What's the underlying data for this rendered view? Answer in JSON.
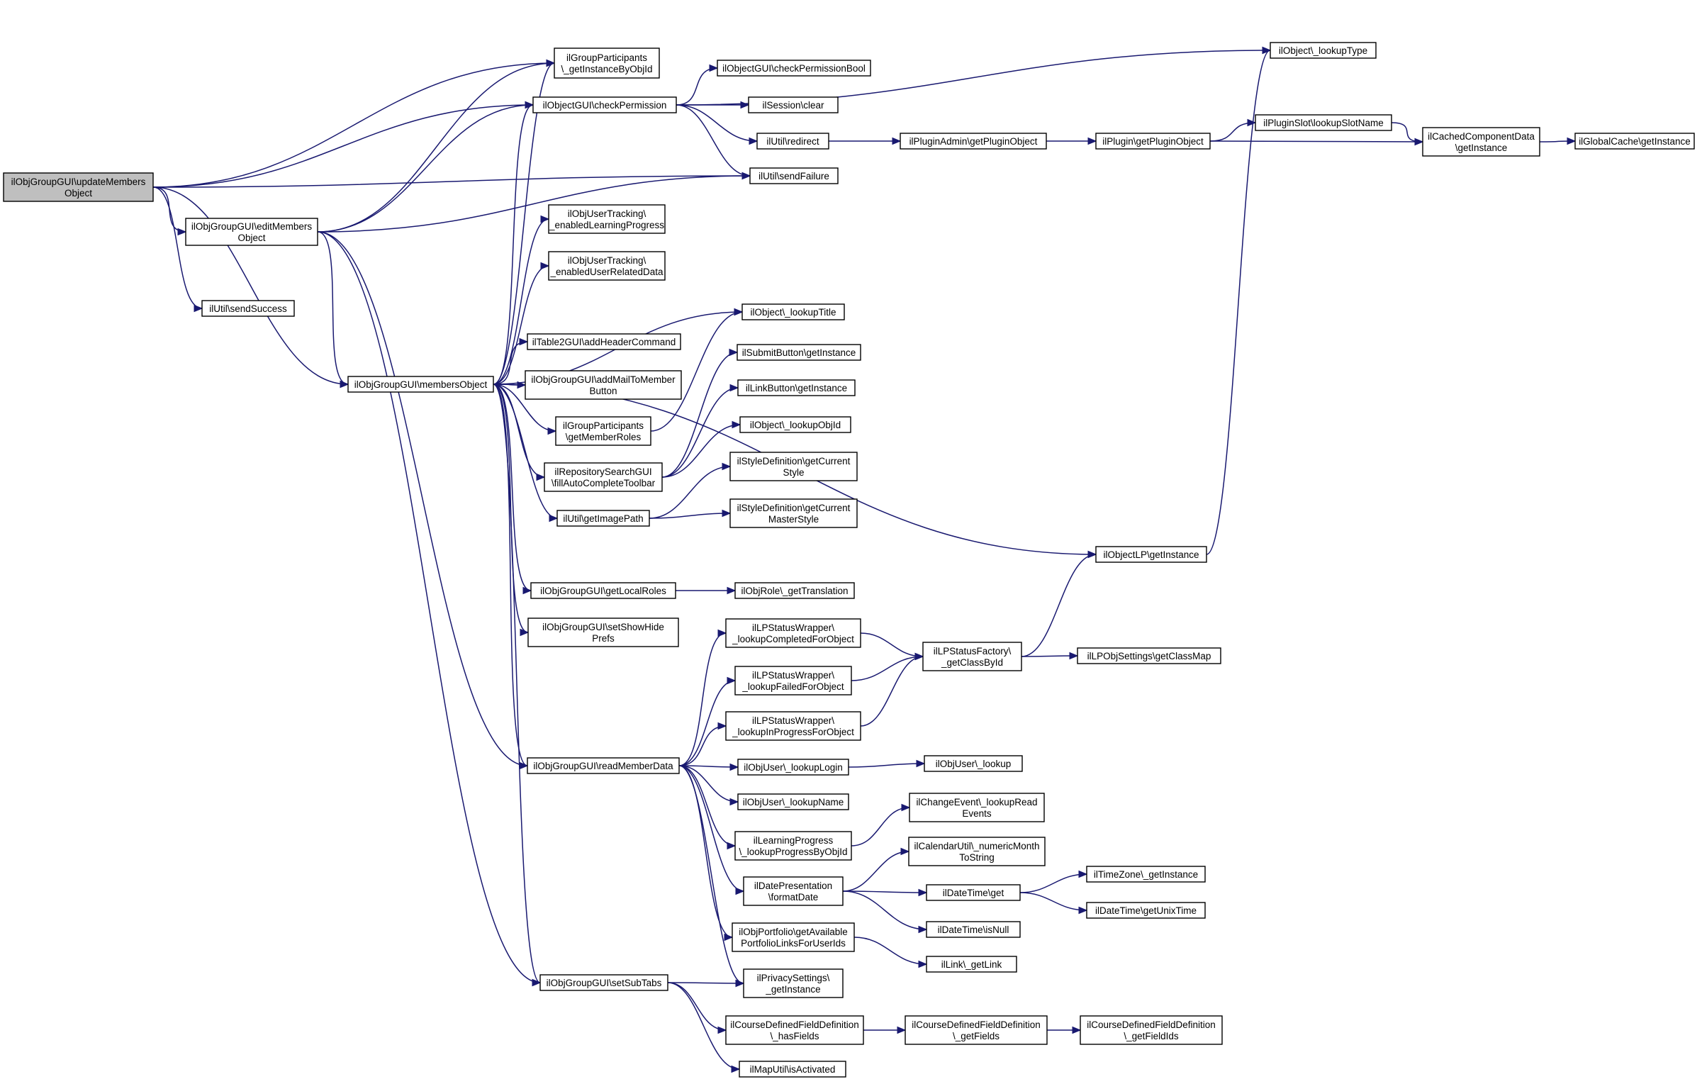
{
  "graph": {
    "root": "updateMembersObject",
    "nodes": [
      {
        "id": "updateMembersObject",
        "lines": [
          "ilObjGroupGUI\\updateMembers",
          "Object"
        ],
        "root": true
      },
      {
        "id": "getInstanceByObjId",
        "lines": [
          "ilGroupParticipants",
          "\\_getInstanceByObjId"
        ]
      },
      {
        "id": "checkPermission",
        "lines": [
          "ilObjectGUI\\checkPermission"
        ]
      },
      {
        "id": "editMembersObject",
        "lines": [
          "ilObjGroupGUI\\editMembers",
          "Object"
        ]
      },
      {
        "id": "sendSuccess",
        "lines": [
          "ilUtil\\sendSuccess"
        ]
      },
      {
        "id": "membersObject",
        "lines": [
          "ilObjGroupGUI\\membersObject"
        ]
      },
      {
        "id": "sendFailure",
        "lines": [
          "ilUtil\\sendFailure"
        ]
      },
      {
        "id": "readMemberData",
        "lines": [
          "ilObjGroupGUI\\readMemberData"
        ]
      },
      {
        "id": "setSubTabs",
        "lines": [
          "ilObjGroupGUI\\setSubTabs"
        ]
      },
      {
        "id": "lookupType",
        "lines": [
          "ilObject\\_lookupType"
        ]
      },
      {
        "id": "checkPermissionBool",
        "lines": [
          "ilObjectGUI\\checkPermissionBool"
        ]
      },
      {
        "id": "sessionClear",
        "lines": [
          "ilSession\\clear"
        ]
      },
      {
        "id": "redirect",
        "lines": [
          "ilUtil\\redirect"
        ]
      },
      {
        "id": "pluginAdminGetPluginObject",
        "lines": [
          "ilPluginAdmin\\getPluginObject"
        ]
      },
      {
        "id": "pluginGetPluginObject",
        "lines": [
          "ilPlugin\\getPluginObject"
        ]
      },
      {
        "id": "lookupSlotName",
        "lines": [
          "ilPluginSlot\\lookupSlotName"
        ]
      },
      {
        "id": "cachedComponentData",
        "lines": [
          "ilCachedComponentData",
          "\\getInstance"
        ]
      },
      {
        "id": "globalCache",
        "lines": [
          "ilGlobalCache\\getInstance"
        ]
      },
      {
        "id": "enabledLearningProgress",
        "lines": [
          "ilObjUserTracking\\",
          "_enabledLearningProgress"
        ]
      },
      {
        "id": "enabledUserRelatedData",
        "lines": [
          "ilObjUserTracking\\",
          "_enabledUserRelatedData"
        ]
      },
      {
        "id": "lookupTitle",
        "lines": [
          "ilObject\\_lookupTitle"
        ]
      },
      {
        "id": "addHeaderCommand",
        "lines": [
          "ilTable2GUI\\addHeaderCommand"
        ]
      },
      {
        "id": "submitButton",
        "lines": [
          "ilSubmitButton\\getInstance"
        ]
      },
      {
        "id": "addMailToMemberButton",
        "lines": [
          "ilObjGroupGUI\\addMailToMember",
          "Button"
        ]
      },
      {
        "id": "linkButton",
        "lines": [
          "ilLinkButton\\getInstance"
        ]
      },
      {
        "id": "getMemberRoles",
        "lines": [
          "ilGroupParticipants",
          "\\getMemberRoles"
        ]
      },
      {
        "id": "lookupObjId",
        "lines": [
          "ilObject\\_lookupObjId"
        ]
      },
      {
        "id": "fillAutoCompleteToolbar",
        "lines": [
          "ilRepositorySearchGUI",
          "\\fillAutoCompleteToolbar"
        ]
      },
      {
        "id": "getCurrentStyle",
        "lines": [
          "ilStyleDefinition\\getCurrent",
          "Style"
        ]
      },
      {
        "id": "getImagePath",
        "lines": [
          "ilUtil\\getImagePath"
        ]
      },
      {
        "id": "getCurrentMasterStyle",
        "lines": [
          "ilStyleDefinition\\getCurrent",
          "MasterStyle"
        ]
      },
      {
        "id": "objectLP",
        "lines": [
          "ilObjectLP\\getInstance"
        ]
      },
      {
        "id": "getLocalRoles",
        "lines": [
          "ilObjGroupGUI\\getLocalRoles"
        ]
      },
      {
        "id": "getTranslation",
        "lines": [
          "ilObjRole\\_getTranslation"
        ]
      },
      {
        "id": "setShowHidePrefs",
        "lines": [
          "ilObjGroupGUI\\setShowHide",
          "Prefs"
        ]
      },
      {
        "id": "lookupCompletedForObject",
        "lines": [
          "ilLPStatusWrapper\\",
          "_lookupCompletedForObject"
        ]
      },
      {
        "id": "getClassById",
        "lines": [
          "ilLPStatusFactory\\",
          "_getClassById"
        ]
      },
      {
        "id": "getClassMap",
        "lines": [
          "ilLPObjSettings\\getClassMap"
        ]
      },
      {
        "id": "lookupFailedForObject",
        "lines": [
          "ilLPStatusWrapper\\",
          "_lookupFailedForObject"
        ]
      },
      {
        "id": "lookupInProgressForObject",
        "lines": [
          "ilLPStatusWrapper\\",
          "_lookupInProgressForObject"
        ]
      },
      {
        "id": "lookupLogin",
        "lines": [
          "ilObjUser\\_lookupLogin"
        ]
      },
      {
        "id": "objUserLookup",
        "lines": [
          "ilObjUser\\_lookup"
        ]
      },
      {
        "id": "lookupName",
        "lines": [
          "ilObjUser\\_lookupName"
        ]
      },
      {
        "id": "lookupReadEvents",
        "lines": [
          "ilChangeEvent\\_lookupRead",
          "Events"
        ]
      },
      {
        "id": "lookupProgressByObjId",
        "lines": [
          "ilLearningProgress",
          "\\_lookupProgressByObjId"
        ]
      },
      {
        "id": "numericMonthToString",
        "lines": [
          "ilCalendarUtil\\_numericMonth",
          "ToString"
        ]
      },
      {
        "id": "formatDate",
        "lines": [
          "ilDatePresentation",
          "\\formatDate"
        ]
      },
      {
        "id": "timeZoneGetInstance",
        "lines": [
          "ilTimeZone\\_getInstance"
        ]
      },
      {
        "id": "dateTimeGet",
        "lines": [
          "ilDateTime\\get"
        ]
      },
      {
        "id": "getUnixTime",
        "lines": [
          "ilDateTime\\getUnixTime"
        ]
      },
      {
        "id": "isNull",
        "lines": [
          "ilDateTime\\isNull"
        ]
      },
      {
        "id": "portfolioLinks",
        "lines": [
          "ilObjPortfolio\\getAvailable",
          "PortfolioLinksForUserIds"
        ]
      },
      {
        "id": "getLink",
        "lines": [
          "ilLink\\_getLink"
        ]
      },
      {
        "id": "privacySettings",
        "lines": [
          "ilPrivacySettings\\",
          "_getInstance"
        ]
      },
      {
        "id": "hasFields",
        "lines": [
          "ilCourseDefinedFieldDefinition",
          "\\_hasFields"
        ]
      },
      {
        "id": "getFields",
        "lines": [
          "ilCourseDefinedFieldDefinition",
          "\\_getFields"
        ]
      },
      {
        "id": "getFieldIds",
        "lines": [
          "ilCourseDefinedFieldDefinition",
          "\\_getFieldIds"
        ]
      },
      {
        "id": "mapIsActivated",
        "lines": [
          "ilMapUtil\\isActivated"
        ]
      }
    ],
    "edges": [
      [
        "updateMembersObject",
        "getInstanceByObjId"
      ],
      [
        "updateMembersObject",
        "checkPermission"
      ],
      [
        "updateMembersObject",
        "editMembersObject"
      ],
      [
        "updateMembersObject",
        "sendSuccess"
      ],
      [
        "updateMembersObject",
        "membersObject"
      ],
      [
        "updateMembersObject",
        "sendFailure"
      ],
      [
        "editMembersObject",
        "getInstanceByObjId"
      ],
      [
        "editMembersObject",
        "checkPermission"
      ],
      [
        "editMembersObject",
        "sendFailure"
      ],
      [
        "editMembersObject",
        "membersObject"
      ],
      [
        "editMembersObject",
        "readMemberData"
      ],
      [
        "editMembersObject",
        "setSubTabs"
      ],
      [
        "checkPermission",
        "lookupType"
      ],
      [
        "checkPermission",
        "checkPermissionBool"
      ],
      [
        "checkPermission",
        "sessionClear"
      ],
      [
        "checkPermission",
        "redirect"
      ],
      [
        "checkPermission",
        "sendFailure"
      ],
      [
        "redirect",
        "pluginAdminGetPluginObject"
      ],
      [
        "pluginAdminGetPluginObject",
        "pluginGetPluginObject"
      ],
      [
        "pluginGetPluginObject",
        "lookupSlotName"
      ],
      [
        "pluginGetPluginObject",
        "cachedComponentData"
      ],
      [
        "lookupSlotName",
        "cachedComponentData"
      ],
      [
        "cachedComponentData",
        "globalCache"
      ],
      [
        "membersObject",
        "getInstanceByObjId"
      ],
      [
        "membersObject",
        "checkPermission"
      ],
      [
        "membersObject",
        "enabledLearningProgress"
      ],
      [
        "membersObject",
        "enabledUserRelatedData"
      ],
      [
        "membersObject",
        "lookupTitle"
      ],
      [
        "membersObject",
        "addHeaderCommand"
      ],
      [
        "membersObject",
        "addMailToMemberButton"
      ],
      [
        "membersObject",
        "getMemberRoles"
      ],
      [
        "membersObject",
        "fillAutoCompleteToolbar"
      ],
      [
        "membersObject",
        "getImagePath"
      ],
      [
        "membersObject",
        "objectLP"
      ],
      [
        "membersObject",
        "getLocalRoles"
      ],
      [
        "membersObject",
        "setShowHidePrefs"
      ],
      [
        "membersObject",
        "readMemberData"
      ],
      [
        "membersObject",
        "setSubTabs"
      ],
      [
        "getMemberRoles",
        "lookupTitle"
      ],
      [
        "fillAutoCompleteToolbar",
        "submitButton"
      ],
      [
        "fillAutoCompleteToolbar",
        "linkButton"
      ],
      [
        "fillAutoCompleteToolbar",
        "lookupObjId"
      ],
      [
        "getImagePath",
        "getCurrentStyle"
      ],
      [
        "getImagePath",
        "getCurrentMasterStyle"
      ],
      [
        "objectLP",
        "lookupType"
      ],
      [
        "getLocalRoles",
        "getTranslation"
      ],
      [
        "readMemberData",
        "lookupCompletedForObject"
      ],
      [
        "readMemberData",
        "lookupFailedForObject"
      ],
      [
        "readMemberData",
        "lookupInProgressForObject"
      ],
      [
        "readMemberData",
        "lookupLogin"
      ],
      [
        "readMemberData",
        "lookupName"
      ],
      [
        "readMemberData",
        "lookupProgressByObjId"
      ],
      [
        "readMemberData",
        "formatDate"
      ],
      [
        "readMemberData",
        "portfolioLinks"
      ],
      [
        "readMemberData",
        "privacySettings"
      ],
      [
        "lookupCompletedForObject",
        "getClassById"
      ],
      [
        "lookupFailedForObject",
        "getClassById"
      ],
      [
        "lookupInProgressForObject",
        "getClassById"
      ],
      [
        "getClassById",
        "objectLP"
      ],
      [
        "getClassById",
        "getClassMap"
      ],
      [
        "lookupLogin",
        "objUserLookup"
      ],
      [
        "lookupProgressByObjId",
        "lookupReadEvents"
      ],
      [
        "formatDate",
        "numericMonthToString"
      ],
      [
        "formatDate",
        "dateTimeGet"
      ],
      [
        "formatDate",
        "isNull"
      ],
      [
        "dateTimeGet",
        "timeZoneGetInstance"
      ],
      [
        "dateTimeGet",
        "getUnixTime"
      ],
      [
        "portfolioLinks",
        "getLink"
      ],
      [
        "setSubTabs",
        "privacySettings"
      ],
      [
        "setSubTabs",
        "hasFields"
      ],
      [
        "setSubTabs",
        "mapIsActivated"
      ],
      [
        "hasFields",
        "getFields"
      ],
      [
        "getFields",
        "getFieldIds"
      ]
    ]
  }
}
